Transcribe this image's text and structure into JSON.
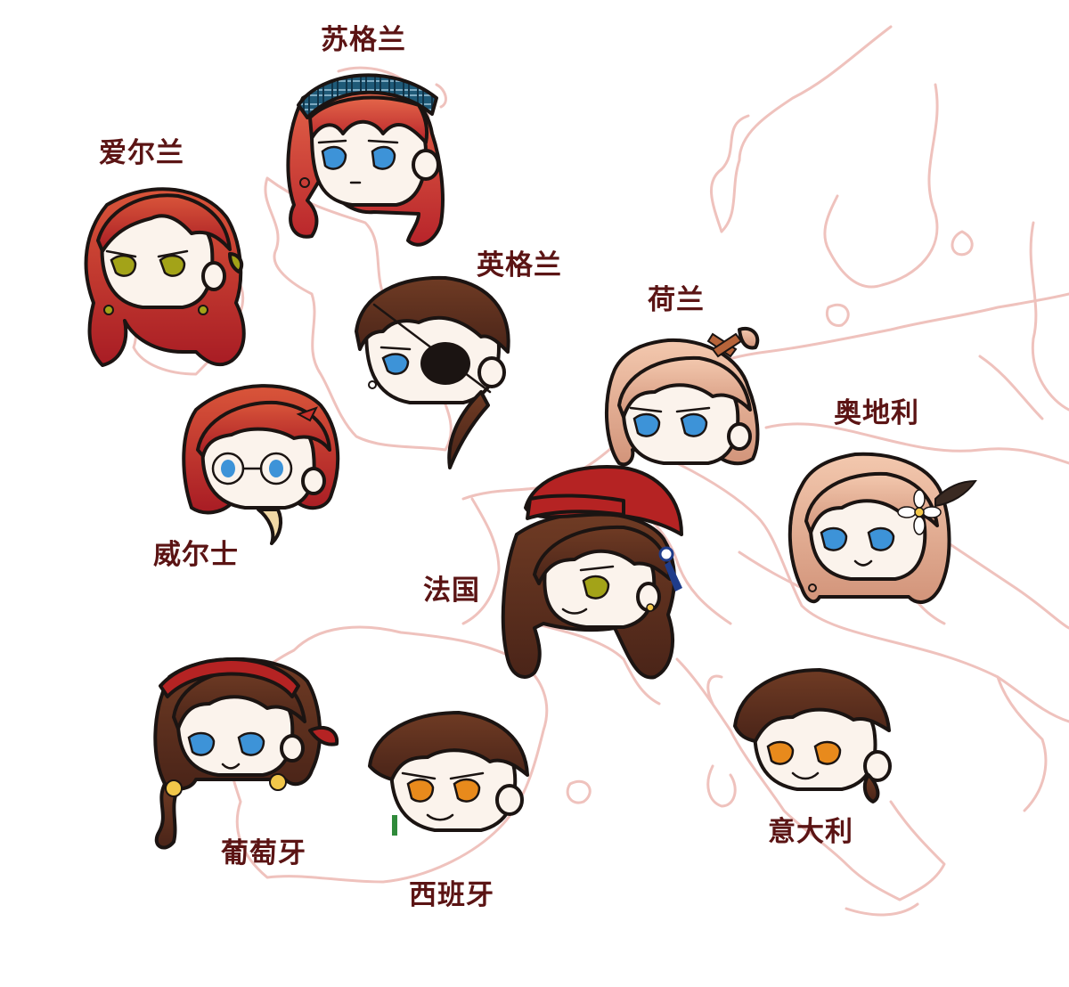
{
  "labels": {
    "scotland": "苏格兰",
    "ireland": "爱尔兰",
    "england": "英格兰",
    "wales": "威尔士",
    "netherlands": "荷兰",
    "austria": "奥地利",
    "france": "法国",
    "portugal": "葡萄牙",
    "spain": "西班牙",
    "italy": "意大利"
  },
  "colors": {
    "label_text": "#5b1414",
    "map_outline": "#efc2bd",
    "skin": "#fbf3ec",
    "eye_blue": "#3d93d8",
    "eye_green": "#a3a318",
    "eye_orange": "#e88a1c",
    "hair_red": "#c8402a",
    "hair_brown": "#5a3020",
    "hair_blonde": "#e0a88a",
    "beret": "#b52323"
  }
}
